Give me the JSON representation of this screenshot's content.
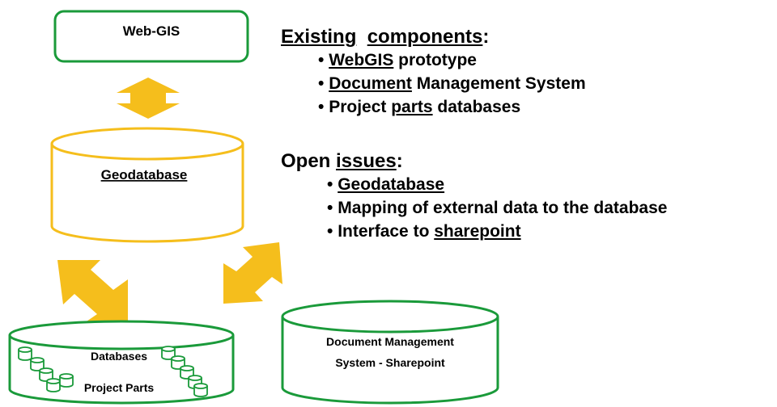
{
  "diagram": {
    "webgis_label": "Web-GIS",
    "geodatabase_label": "Geodatabase",
    "databases_label": "Databases",
    "project_parts_label": "Project Parts",
    "dms_line1": "Document Management",
    "dms_line2": "System - Sharepoint"
  },
  "colors": {
    "webgis_border": "#1a9a3a",
    "geodatabase_border": "#f5be1c",
    "arrow_fill": "#f5be1c",
    "store_border": "#1a9a3a"
  },
  "existing": {
    "title_1": "Existing",
    "title_2": "components",
    "title_colon": ":",
    "items": [
      {
        "bullet": "•",
        "u": "WebGIS",
        "rest": " prototype"
      },
      {
        "bullet": "•",
        "u": "Document",
        "rest": " Management System"
      },
      {
        "bullet": "•",
        "pre": "Project ",
        "u": "parts",
        "rest": " databases"
      }
    ]
  },
  "open": {
    "title_1": "Open ",
    "title_2": "issues",
    "title_colon": ":",
    "items": [
      {
        "bullet": "•",
        "u": "Geodatabase",
        "rest": ""
      },
      {
        "bullet": "•",
        "pre": "Mapping of external data to the database",
        "u": "",
        "rest": ""
      },
      {
        "bullet": "•",
        "pre": "Interface to ",
        "u": "sharepoint",
        "rest": ""
      }
    ]
  }
}
